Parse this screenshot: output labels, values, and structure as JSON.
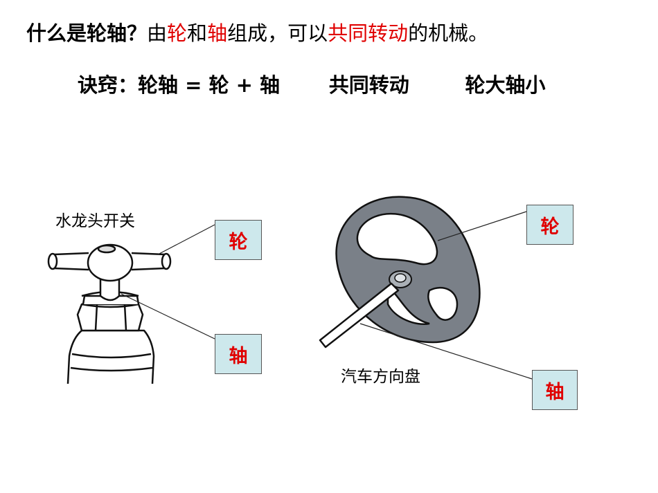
{
  "heading": {
    "question": "什么是轮轴？",
    "part1": "由",
    "wheel": "轮",
    "part2": "和",
    "axle": "轴",
    "part3": "组成，可以",
    "rotate": "共同转动",
    "part4": "的机械。"
  },
  "mnemonic": {
    "label": "诀窍：",
    "formula": "轮轴 = 轮 + 轴",
    "rule1": "共同转动",
    "rule2": "轮大轴小"
  },
  "faucet": {
    "caption": "水龙头开关",
    "wheel_label": "轮",
    "axle_label": "轴"
  },
  "steering": {
    "caption": "汽车方向盘",
    "wheel_label": "轮",
    "axle_label": "轴"
  },
  "colors": {
    "highlight": "#e00000",
    "label_box": "#cde8ec",
    "wheel_fill": "#7a8088"
  }
}
